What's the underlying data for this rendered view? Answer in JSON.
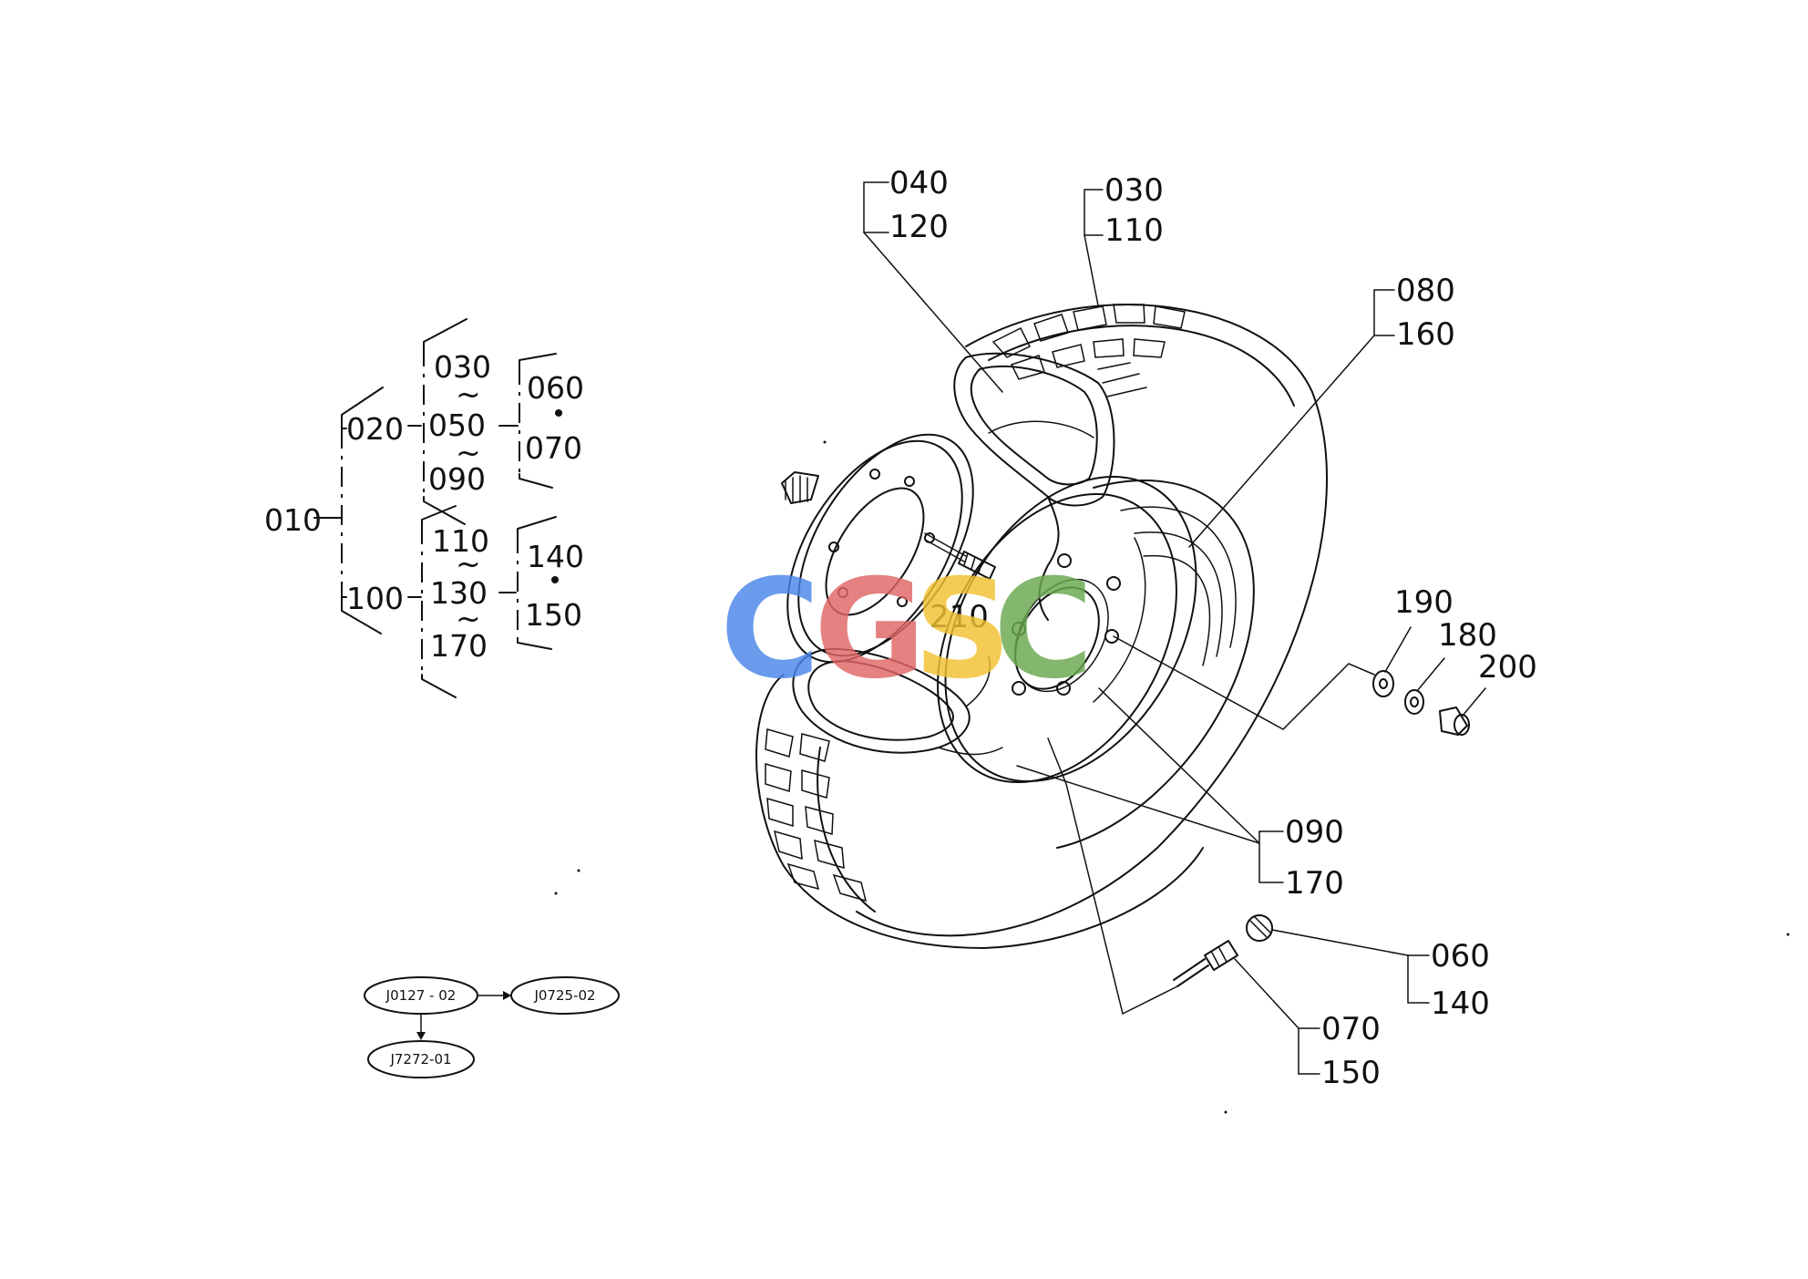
{
  "tree": {
    "root": "010",
    "branch_a": "020",
    "branch_b": "100",
    "group_a": {
      "top": "030",
      "mid": "050",
      "bottom": "090",
      "sub_top": "060",
      "sub_bottom": "070"
    },
    "group_b": {
      "top": "110",
      "mid": "130",
      "bottom": "170",
      "sub_top": "140",
      "sub_bottom": "150"
    },
    "range_mark": "~",
    "join_mark": "•"
  },
  "callouts": {
    "c040": "040",
    "c120": "120",
    "c030": "030",
    "c110": "110",
    "c080": "080",
    "c160": "160",
    "c210": "210",
    "c190": "190",
    "c180": "180",
    "c200": "200",
    "c090": "090",
    "c170": "170",
    "c060": "060",
    "c140": "140",
    "c070": "070",
    "c150": "150"
  },
  "references": {
    "ref_main": "J0127 - 02",
    "ref_next": "J0725-02",
    "ref_alt": "J7272-01"
  },
  "watermark": {
    "letters": [
      "C",
      "G",
      "S",
      "C"
    ],
    "colors": [
      "#4a86e8",
      "#e06666",
      "#f1c232",
      "#6aa84f"
    ]
  }
}
